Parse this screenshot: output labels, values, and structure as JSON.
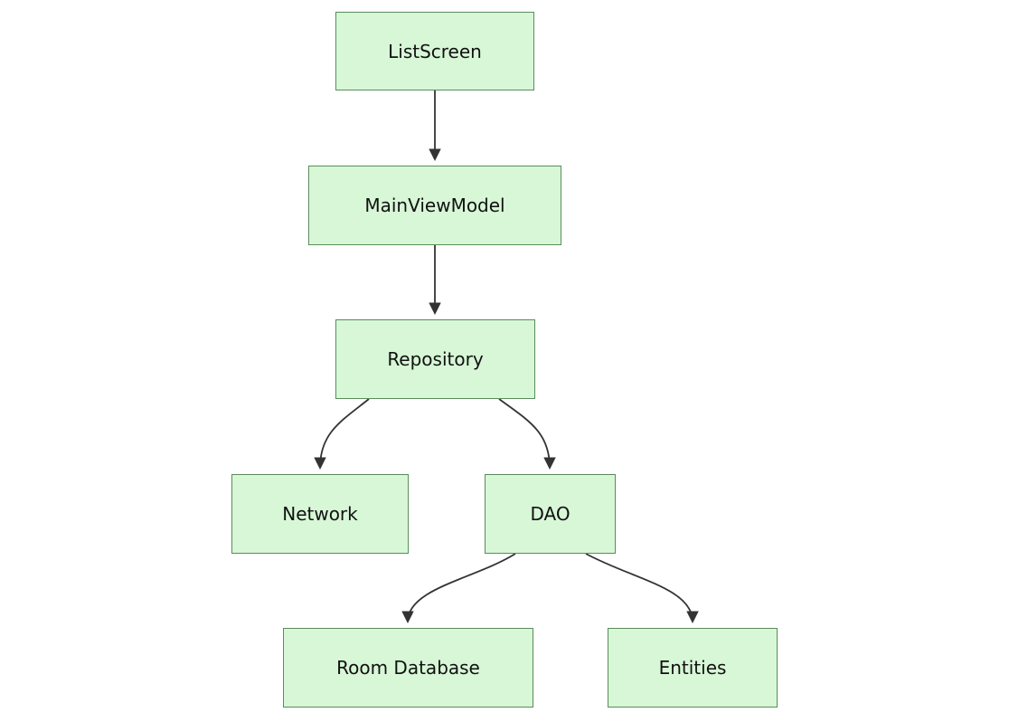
{
  "diagram": {
    "type": "flowchart",
    "direction": "top-down",
    "nodes": {
      "listscreen": {
        "label": "ListScreen"
      },
      "mainviewmodel": {
        "label": "MainViewModel"
      },
      "repository": {
        "label": "Repository"
      },
      "network": {
        "label": "Network"
      },
      "dao": {
        "label": "DAO"
      },
      "roomdatabase": {
        "label": "Room Database"
      },
      "entities": {
        "label": "Entities"
      }
    },
    "edges": [
      {
        "from": "ListScreen",
        "to": "MainViewModel"
      },
      {
        "from": "MainViewModel",
        "to": "Repository"
      },
      {
        "from": "Repository",
        "to": "Network"
      },
      {
        "from": "Repository",
        "to": "DAO"
      },
      {
        "from": "DAO",
        "to": "Room Database"
      },
      {
        "from": "DAO",
        "to": "Entities"
      }
    ],
    "colors": {
      "node_fill": "#d7f7d7",
      "node_border": "#5b8c5b",
      "arrow": "#333333"
    }
  }
}
